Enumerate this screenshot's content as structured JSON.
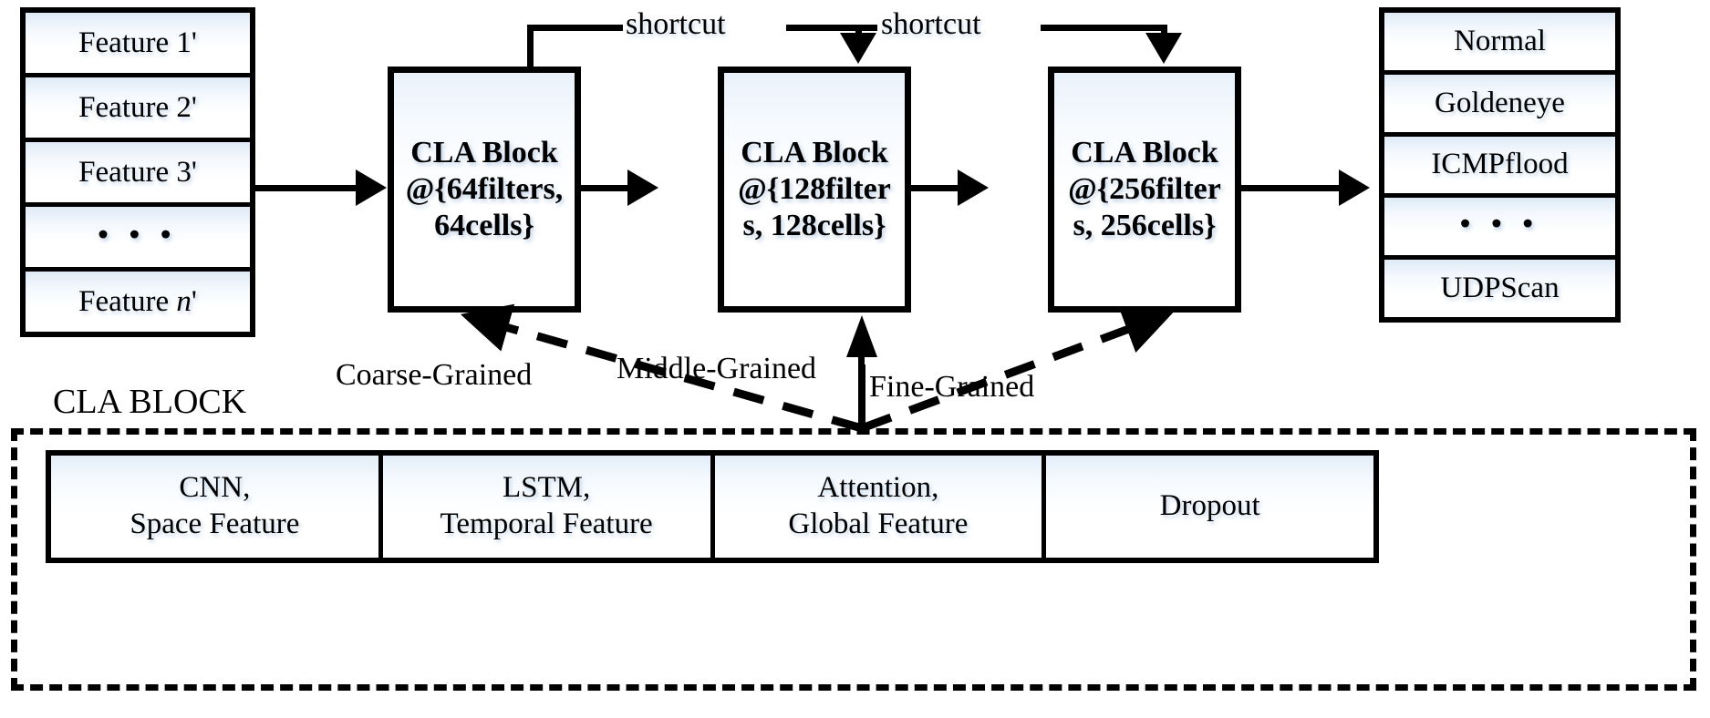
{
  "diagram": {
    "title": "CLA-based network intrusion detection architecture",
    "colors": {
      "stroke": "#000000",
      "cell_fill_top": "#dfeaf7",
      "cell_fill_bottom": "#ffffff",
      "background": "#ffffff"
    }
  },
  "input_features": {
    "name": "feature-list",
    "items": [
      {
        "label": "Feature 1'"
      },
      {
        "label": "Feature 2'"
      },
      {
        "label": "Feature 3'"
      },
      {
        "label": "• • •"
      },
      {
        "label": "Feature n'",
        "italic_part": "n"
      }
    ]
  },
  "cla_blocks": [
    {
      "name": "cla-block-1",
      "line1": "CLA Block",
      "line2": "@{64filters,",
      "line3": "64cells}"
    },
    {
      "name": "cla-block-2",
      "line1": "CLA Block",
      "line2": "@{128filter",
      "line3": "s, 128cells}"
    },
    {
      "name": "cla-block-3",
      "line1": "CLA Block",
      "line2": "@{256filter",
      "line3": "s, 256cells}"
    }
  ],
  "shortcuts": [
    {
      "label": "shortcut"
    },
    {
      "label": "shortcut"
    }
  ],
  "grained_labels": [
    {
      "label": "Coarse-Grained",
      "target": "cla-block-1"
    },
    {
      "label": "Middle-Grained",
      "target": "cla-block-2"
    },
    {
      "label": "Fine-Grained",
      "target": "cla-block-3"
    }
  ],
  "output_classes": {
    "name": "class-list",
    "items": [
      {
        "label": "Normal"
      },
      {
        "label": "Goldeneye"
      },
      {
        "label": "ICMPflood"
      },
      {
        "label": "• • •"
      },
      {
        "label": "UDPScan"
      }
    ]
  },
  "cla_block_detail": {
    "caption": "CLA BLOCK",
    "stages": [
      {
        "line1": "CNN,",
        "line2": "Space Feature"
      },
      {
        "line1": "LSTM,",
        "line2": "Temporal Feature"
      },
      {
        "line1": "Attention,",
        "line2": "Global Feature"
      },
      {
        "line1": "Dropout",
        "line2": ""
      }
    ]
  }
}
